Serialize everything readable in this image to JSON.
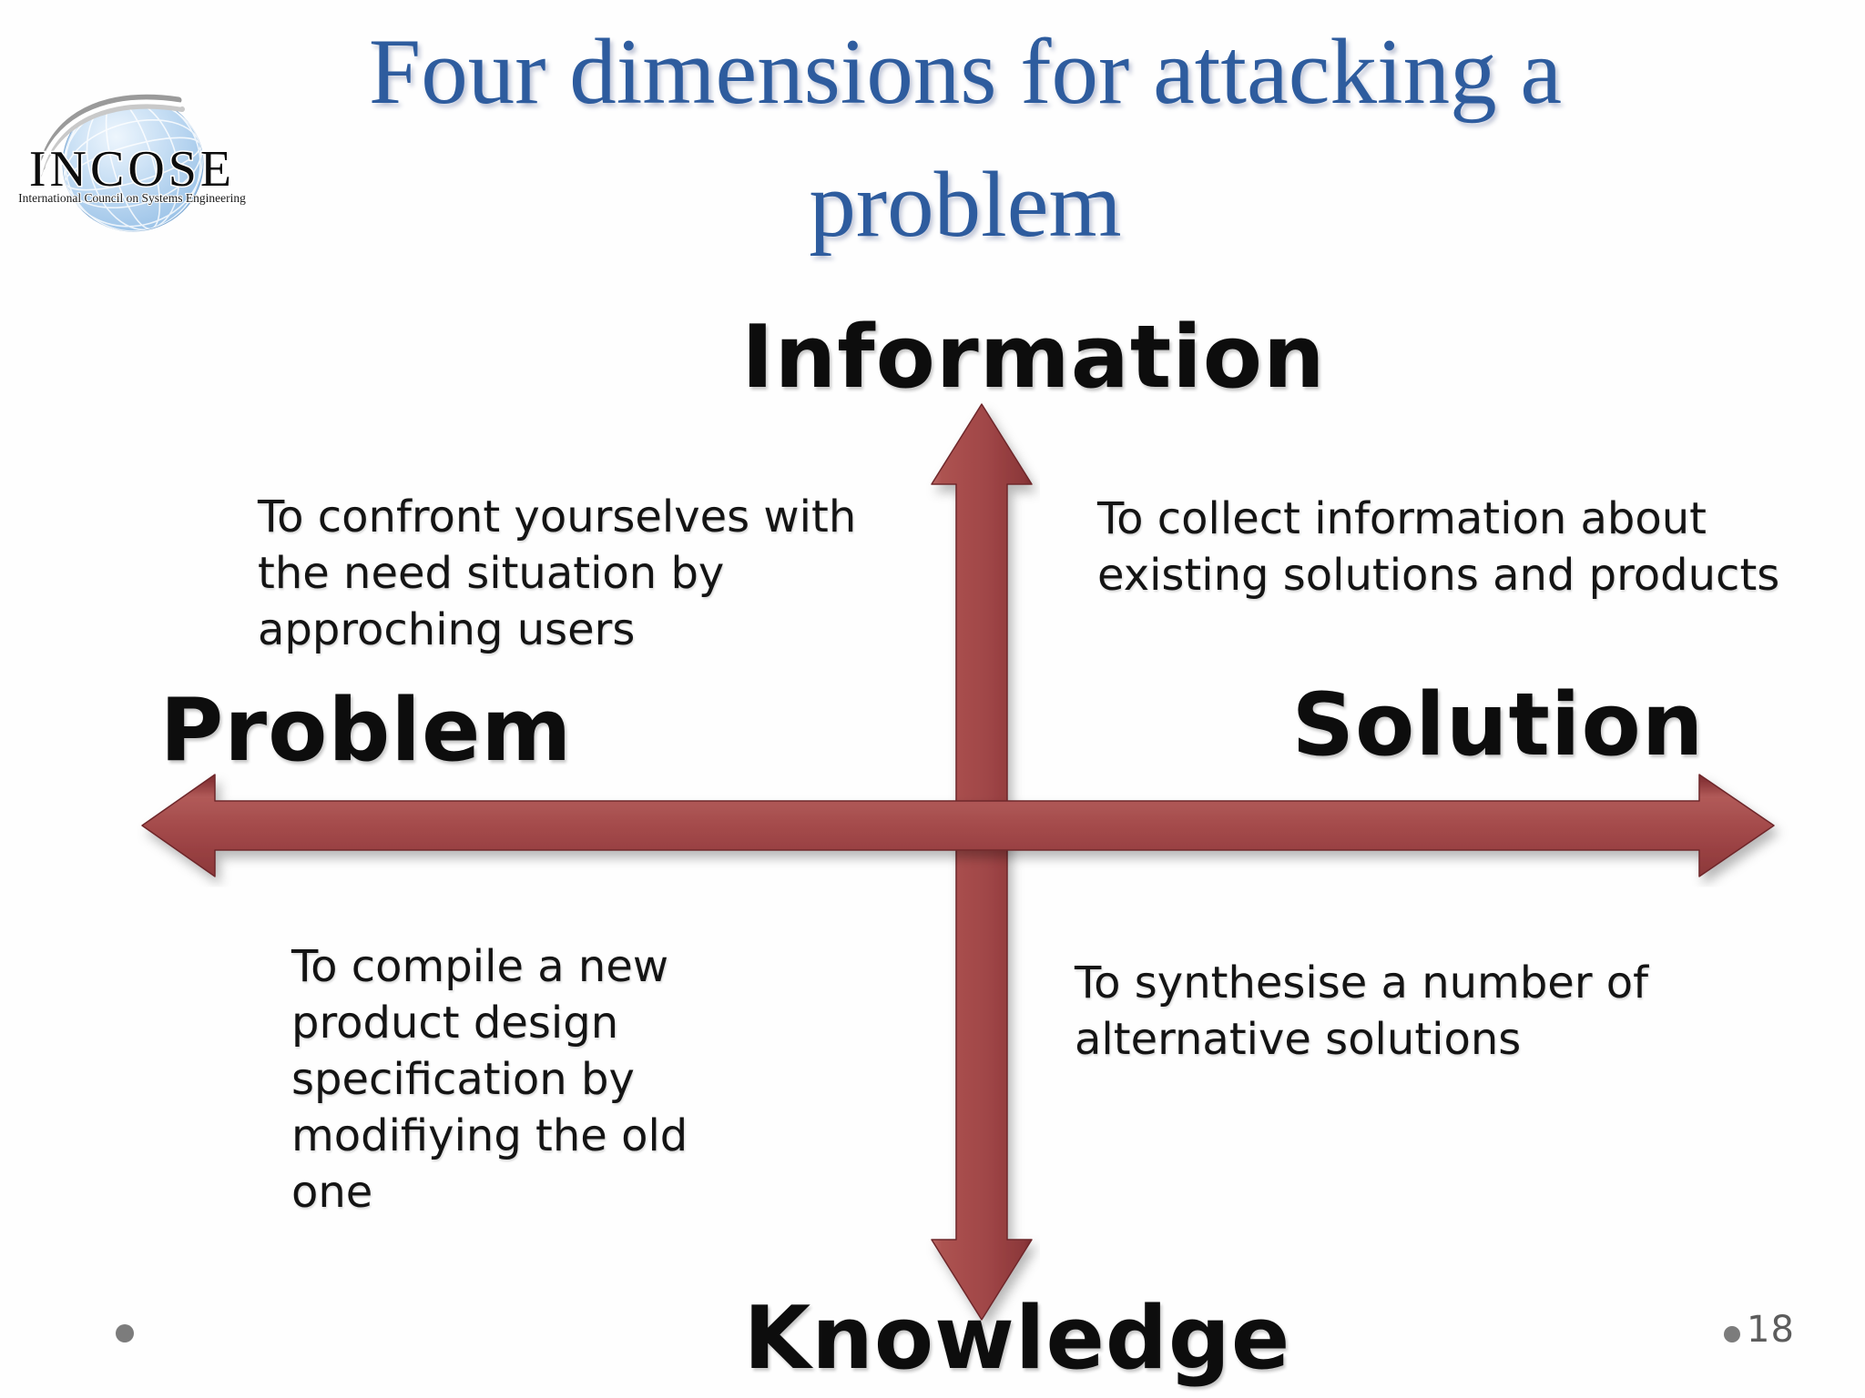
{
  "slide": {
    "title_lines": [
      "Four dimensions for attacking a",
      "problem"
    ],
    "page_number": "18"
  },
  "logo": {
    "acronym": "INCOSE",
    "subtitle": "International Council on Systems Engineering"
  },
  "diagram": {
    "type": "four-quadrant-axes",
    "axis_labels": {
      "top": "Information",
      "left": "Problem",
      "right": "Solution",
      "bottom": "Knowledge"
    },
    "quadrant_notes": {
      "top_left_lines": [
        "To confront yourselves with",
        "the need situation by",
        "approching users"
      ],
      "top_right_lines": [
        "To collect information about",
        "existing solutions and products"
      ],
      "bottom_left_lines": [
        "To compile a new",
        "product design",
        "specification by",
        "modifiying the old",
        "one"
      ],
      "bottom_right_lines": [
        "To synthesise a number of",
        "alternative solutions"
      ]
    }
  },
  "colors": {
    "title_blue": "#2e5c9e",
    "arrow_red_light": "#b45e5c",
    "arrow_red": "#a04647",
    "arrow_red_dark": "#8c383a",
    "arrow_edge": "#6e282b",
    "text_black": "#0d0d0d",
    "footer_gray": "#7c7c7c",
    "logo_globe_blue": "#9cc3e8"
  }
}
